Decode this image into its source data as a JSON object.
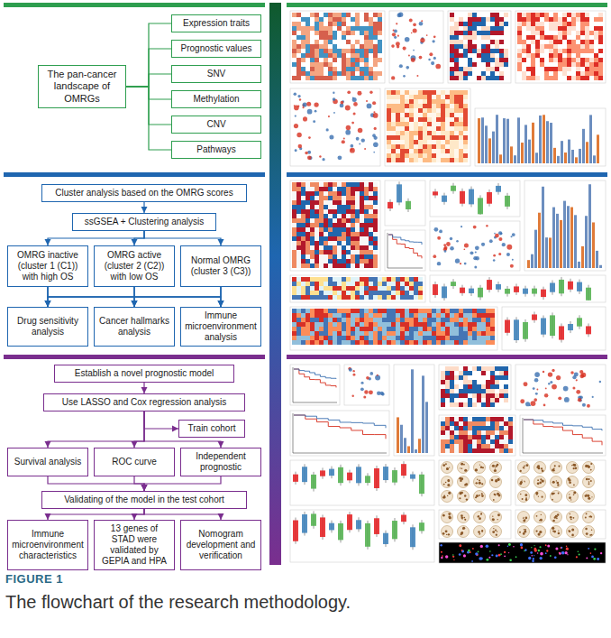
{
  "diagram": {
    "caption": "The flowchart of the research methodology.",
    "nodes": [
      {
        "text": [
          "The pan-cancer landscape of OMRGs"
        ]
      },
      {
        "text": [
          "Expression traits"
        ]
      },
      {
        "text": [
          "Prognostic values"
        ]
      },
      {
        "text": [
          "SNV"
        ]
      },
      {
        "text": [
          "Methylation"
        ]
      },
      {
        "text": [
          "CNV"
        ]
      },
      {
        "text": [
          "Pathways"
        ]
      },
      {
        "text": [
          "Cluster analysis based on the OMRG scores"
        ]
      },
      {
        "text": [
          "ssGSEA + Clustering analysis"
        ]
      },
      {
        "text": [
          "OMRG inactive (cluster 1 (C1)) with high OS"
        ]
      },
      {
        "text": [
          "OMRG active (cluster 2 (C2)) with low OS"
        ]
      },
      {
        "text": [
          "Normal OMRG (cluster 3 (C3))"
        ]
      },
      {
        "text": [
          "Drug sensitivity analysis"
        ]
      },
      {
        "text": [
          "Cancer hallmarks analysis"
        ]
      },
      {
        "text": [
          "Immune microenvironment analysis"
        ]
      },
      {
        "text": [
          "Establish a novel prognostic model"
        ]
      },
      {
        "text": [
          "Use LASSO and Cox regression analysis"
        ]
      },
      {
        "text": [
          "Train cohort"
        ]
      },
      {
        "text": [
          "Survival analysis"
        ]
      },
      {
        "text": [
          "ROC curve"
        ]
      },
      {
        "text": [
          "Independent prognostic"
        ]
      },
      {
        "text": [
          "Validating of the model in the test cohort"
        ]
      },
      {
        "text": [
          "Immune microenvironment characteristics"
        ]
      },
      {
        "text": [
          "13 genes of STAD were validated by GEPIA and HPA"
        ]
      },
      {
        "text": [
          "Nomogram development and verification"
        ]
      }
    ],
    "edges": [
      {
        "from": 0,
        "to": 1,
        "arrow": "none"
      },
      {
        "from": 0,
        "to": 2,
        "arrow": "none"
      },
      {
        "from": 0,
        "to": 3,
        "arrow": "none"
      },
      {
        "from": 0,
        "to": 4,
        "arrow": "none"
      },
      {
        "from": 0,
        "to": 5,
        "arrow": "none"
      },
      {
        "from": 0,
        "to": 6,
        "arrow": "none"
      },
      {
        "from": 7,
        "to": 8,
        "arrow": "to"
      },
      {
        "from": 8,
        "to": 9,
        "arrow": "to"
      },
      {
        "from": 8,
        "to": 10,
        "arrow": "to"
      },
      {
        "from": 8,
        "to": 11,
        "arrow": "to"
      },
      {
        "from": 9,
        "to": 12,
        "arrow": "to"
      },
      {
        "from": 9,
        "to": 13,
        "arrow": "to"
      },
      {
        "from": 9,
        "to": 14,
        "arrow": "to"
      },
      {
        "from": 10,
        "to": 12,
        "arrow": "to"
      },
      {
        "from": 10,
        "to": 13,
        "arrow": "to"
      },
      {
        "from": 10,
        "to": 14,
        "arrow": "to"
      },
      {
        "from": 11,
        "to": 12,
        "arrow": "to"
      },
      {
        "from": 11,
        "to": 13,
        "arrow": "to"
      },
      {
        "from": 11,
        "to": 14,
        "arrow": "to"
      },
      {
        "from": 15,
        "to": 16,
        "arrow": "to"
      },
      {
        "from": 16,
        "to": 17,
        "arrow": "to"
      },
      {
        "from": 16,
        "to": 18,
        "arrow": "to"
      },
      {
        "from": 16,
        "to": 19,
        "arrow": "to"
      },
      {
        "from": 16,
        "to": 20,
        "arrow": "to"
      },
      {
        "from": 18,
        "to": 21,
        "arrow": "to"
      },
      {
        "from": 19,
        "to": 21,
        "arrow": "to"
      },
      {
        "from": 20,
        "to": 21,
        "arrow": "to"
      },
      {
        "from": 21,
        "to": 22,
        "arrow": "to"
      },
      {
        "from": 21,
        "to": 23,
        "arrow": "to"
      },
      {
        "from": 21,
        "to": 24,
        "arrow": "to"
      }
    ],
    "labels": [
      "FIGURE 1"
    ]
  }
}
